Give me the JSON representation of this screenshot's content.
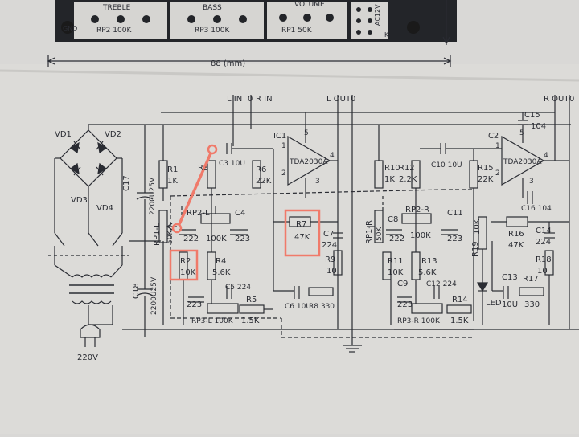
{
  "board": {
    "treble": "TREBLE",
    "bass": "BASS",
    "volume": "VOLUME",
    "gnd": "GND",
    "rp2": "RP2 100K",
    "rp3": "RP3 100K",
    "rp1": "RP1 50K",
    "ac12v": "AC12V",
    "k": "K"
  },
  "dimension": {
    "label": "88 (mm)"
  },
  "schematic": {
    "top": {
      "lin": "L IN",
      "zero1": "0",
      "rin": "R IN",
      "lout": "L OUT",
      "zero2": "0",
      "rout": "R OUT",
      "zero3": "0"
    },
    "bridge": {
      "vd1": "VD1",
      "vd2": "VD2",
      "vd3": "VD3",
      "vd4": "VD4"
    },
    "transformer_voltage": "220V",
    "left_channel": {
      "ic": "IC1",
      "ic_part": "TDA2030A",
      "r1": "R1",
      "r1v": "1K",
      "c17": "C17",
      "c17v": "2200U25V",
      "c18": "C18",
      "c18v": "2200U25V",
      "rp1": "RP1-L",
      "rp1v": "50K",
      "r3": "R3",
      "c3": "C3 10U",
      "r6": "R6",
      "r6v": "22K",
      "rp2": "RP2-L",
      "rp2v": "100K",
      "c4": "C4",
      "c4v": "223",
      "c1v": "222",
      "r2": "R2",
      "r2v": "10K",
      "r4": "R4",
      "r4v": "5.6K",
      "c2v": "223",
      "c5": "C5 224",
      "r5": "R5",
      "r5v": "1.5K",
      "rp3": "RP3-L 100K",
      "r7": "R7",
      "r7v": "47K",
      "c7": "C7",
      "c7v": "224",
      "r9": "R9",
      "r9v": "10",
      "c6": "C6 10U",
      "r8": "R8 330",
      "pin5": "5",
      "pin4": "4",
      "pin3": "3",
      "pin1": "1",
      "pin2": "2"
    },
    "right_channel": {
      "ic": "IC2",
      "ic_part": "TDA2030A",
      "r10": "R10",
      "r10v": "1K",
      "r12": "R12",
      "r12v": "2.2K",
      "c10": "C10 10U",
      "r15": "R15",
      "r15v": "22K",
      "c15": "C15",
      "c15v": "104",
      "c16": "C16 104",
      "rp1": "RP1-R",
      "rp1v": "50K",
      "c8": "C8",
      "c8v": "222",
      "rp2": "RP2-R",
      "rp2v": "100K",
      "c11": "C11",
      "c11v": "223",
      "r11": "R11",
      "r11v": "10K",
      "r13": "R13",
      "r13v": "5.6K",
      "c9": "C9",
      "c9v": "223",
      "c12": "C12 224",
      "r14": "R14",
      "r14v": "1.5K",
      "rp3": "RP3-R 100K",
      "r19": "R19",
      "r19v": "10K",
      "r16": "R16",
      "r16v": "47K",
      "c14": "C14",
      "c14v": "224",
      "r18": "R18",
      "r18v": "10",
      "c13": "C13",
      "c13v": "10U",
      "r17": "R17",
      "r17v": "330",
      "led": "LED",
      "pin5": "5",
      "pin4": "4",
      "pin3": "3",
      "pin1": "1",
      "pin2": "2"
    }
  },
  "colors": {
    "paper": "#d9d8d6",
    "ink": "#2a2c33",
    "highlight": "#f07a6a"
  }
}
